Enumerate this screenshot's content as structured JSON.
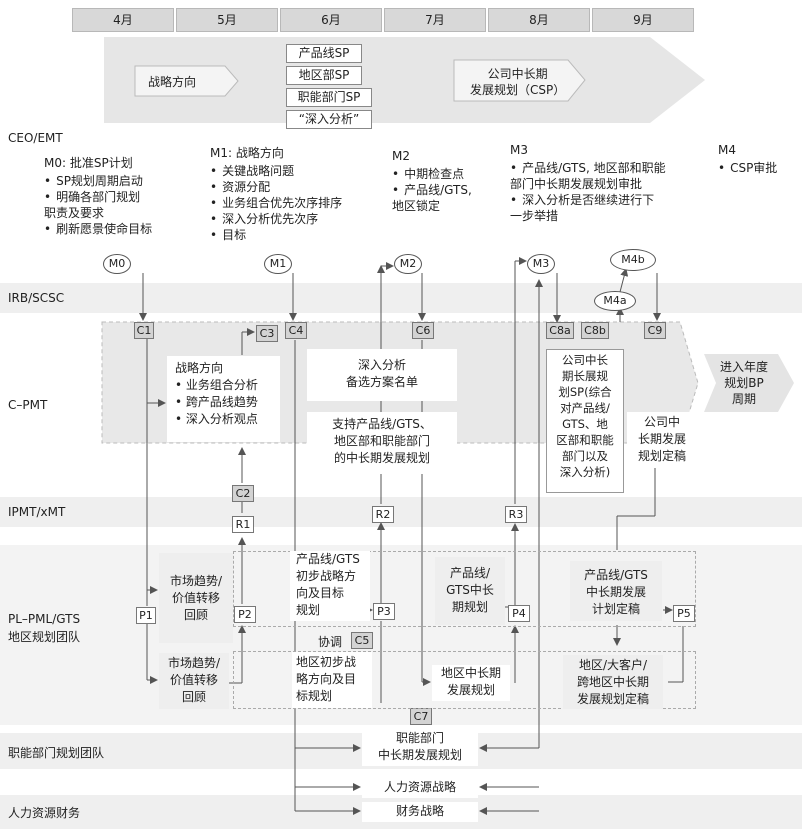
{
  "timeline": {
    "months": [
      "4月",
      "5月",
      "6月",
      "7月",
      "8月",
      "9月"
    ]
  },
  "banner": {
    "strategy_direction": "战略方向",
    "sp_items": [
      "产品线SP",
      "地区部SP",
      "职能部门SP",
      "“深入分析”"
    ],
    "csp_label": "公司中长期\n发展规划（CSP）"
  },
  "rows": {
    "ceo": "CEO/EMT",
    "irb": "IRB/SCSC",
    "cpmt": "C–PMT",
    "ipmt": "IPMT/xMT",
    "pl_line1": "PL–PML/GTS",
    "pl_line2": "地区规划团队",
    "func": "职能部门规划团队",
    "hr": "人力资源财务"
  },
  "milestones": {
    "m0_title": "M0: 批准SP计划",
    "m0_items": [
      "SP规划周期启动",
      "明确各部门规划\n职责及要求",
      "刷新愿景使命目标"
    ],
    "m1_title": "M1: 战略方向",
    "m1_items": [
      "关键战略问题",
      "资源分配",
      "业务组合优先次序排序",
      "深入分析优先次序",
      "目标"
    ],
    "m2_title": "M2",
    "m2_items": [
      "中期检查点",
      "产品线/GTS,\n地区锁定"
    ],
    "m3_title": "M3",
    "m3_items": [
      "产品线/GTS, 地区部和职能\n部门中长期发展规划审批",
      "深入分析是否继续进行下\n一步举措"
    ],
    "m4_title": "M4",
    "m4_items": [
      "CSP审批"
    ]
  },
  "nodes": {
    "M0": "M0",
    "M1": "M1",
    "M2": "M2",
    "M3": "M3",
    "M4b": "M4b",
    "M4a": "M4a",
    "C1": "C1",
    "C3": "C3",
    "C4": "C4",
    "C6": "C6",
    "C8a": "C8a",
    "C8b": "C8b",
    "C9": "C9",
    "C2": "C2",
    "R1": "R1",
    "R2": "R2",
    "R3": "R3",
    "P1": "P1",
    "P2": "P2",
    "P3": "P3",
    "P4": "P4",
    "P5": "P5",
    "C5": "C5",
    "C7": "C7"
  },
  "boxes": {
    "strategy_title": "战略方向",
    "strategy_items": [
      "业务组合分析",
      "跨产品线趋势",
      "深入分析观点"
    ],
    "deep_analysis": "深入分析\n备选方案名单",
    "support_plan": "支持产品线/GTS、\n地区部和职能部门\n的中长期发展规划",
    "csp_sp": "公司中长\n期长展规\n划SP(综合\n对产品线/\nGTS、地\n区部和职能\n部门以及\n深入分析)",
    "csp_final": "公司中\n长期发展\n规划定稿",
    "next_year": "进入年度\n规划BP\n周期",
    "market_trend_1": "市场趋势/\n价值转移\n回顾",
    "market_trend_2": "市场趋势/\n价值转移\n回顾",
    "pl_gts_initial": "产品线/GTS\n初步战略方\n向及目标\n规划",
    "pl_gts_mid": "产品线/\nGTS中长\n期规划",
    "pl_gts_final": "产品线/GTS\n中长期发展\n计划定稿",
    "coordinate": "协调",
    "region_initial": "地区初步战\n略方向及目\n标规划",
    "region_mid": "地区中长期\n发展规划",
    "region_final": "地区/大客户/\n跨地区中长期\n发展规划定稿",
    "func_plan": "职能部门\n中长期发展规划",
    "hr_strategy": "人力资源战略",
    "fin_strategy": "财务战略"
  }
}
